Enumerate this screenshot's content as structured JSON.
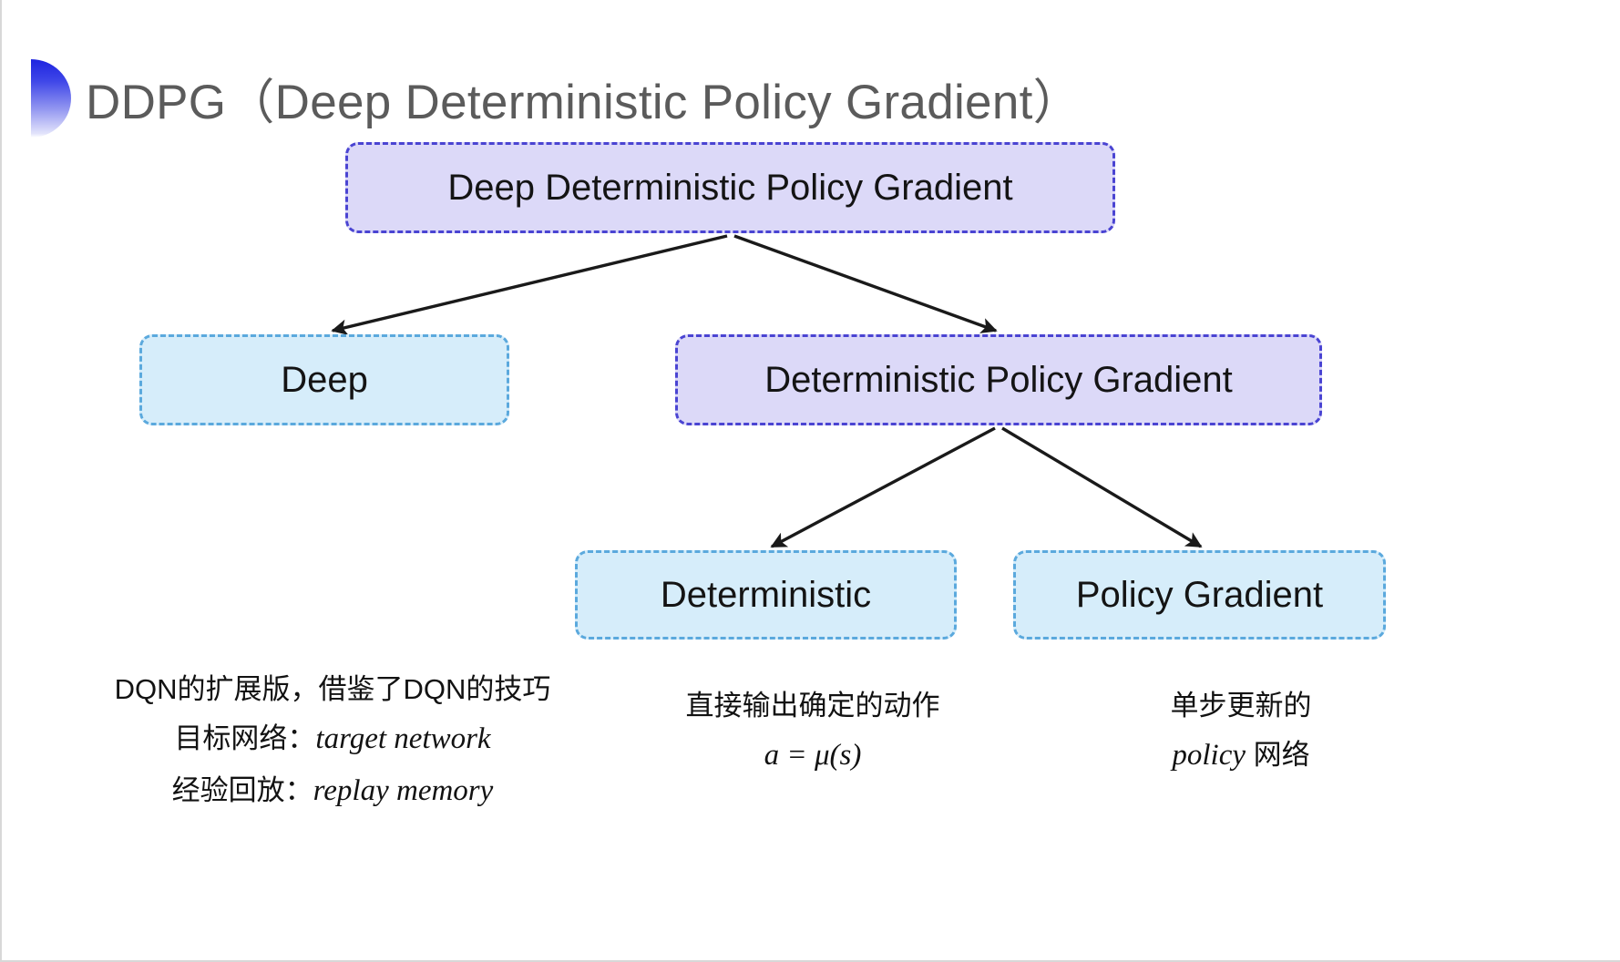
{
  "slide": {
    "title": "DDPG（Deep Deterministic Policy Gradient）",
    "bullet_icon": "gradient-semicircle-bullet-icon",
    "background_color": "#ffffff",
    "title_color": "#5b5b5b"
  },
  "colors": {
    "purple_fill": "#dcd9f8",
    "purple_border": "#4a44d2",
    "cyan_fill": "#d6edfa",
    "cyan_border": "#5ba9dd",
    "arrow": "#1a1a1a",
    "text": "#141414"
  },
  "diagram": {
    "type": "tree",
    "nodes": [
      {
        "id": "root",
        "label": "Deep Deterministic Policy Gradient",
        "style": "purple"
      },
      {
        "id": "deep",
        "label": "Deep",
        "style": "cyan"
      },
      {
        "id": "dpg",
        "label": "Deterministic Policy Gradient",
        "style": "purple"
      },
      {
        "id": "det",
        "label": "Deterministic",
        "style": "cyan"
      },
      {
        "id": "pg",
        "label": "Policy Gradient",
        "style": "cyan"
      }
    ],
    "edges": [
      {
        "from": "root",
        "to": "deep"
      },
      {
        "from": "root",
        "to": "dpg"
      },
      {
        "from": "dpg",
        "to": "det"
      },
      {
        "from": "dpg",
        "to": "pg"
      }
    ]
  },
  "annotations": {
    "deep": {
      "line1": "DQN的扩展版，借鉴了DQN的技巧",
      "line2_label": "目标网络：",
      "line2_term": "target network",
      "line3_label": "经验回放：",
      "line3_term": "replay memory"
    },
    "deterministic": {
      "line1": "直接输出确定的动作",
      "formula": "a = μ(s)"
    },
    "policy_gradient": {
      "line1": "单步更新的",
      "line2_term": "policy",
      "line2_suffix": " 网络"
    }
  }
}
